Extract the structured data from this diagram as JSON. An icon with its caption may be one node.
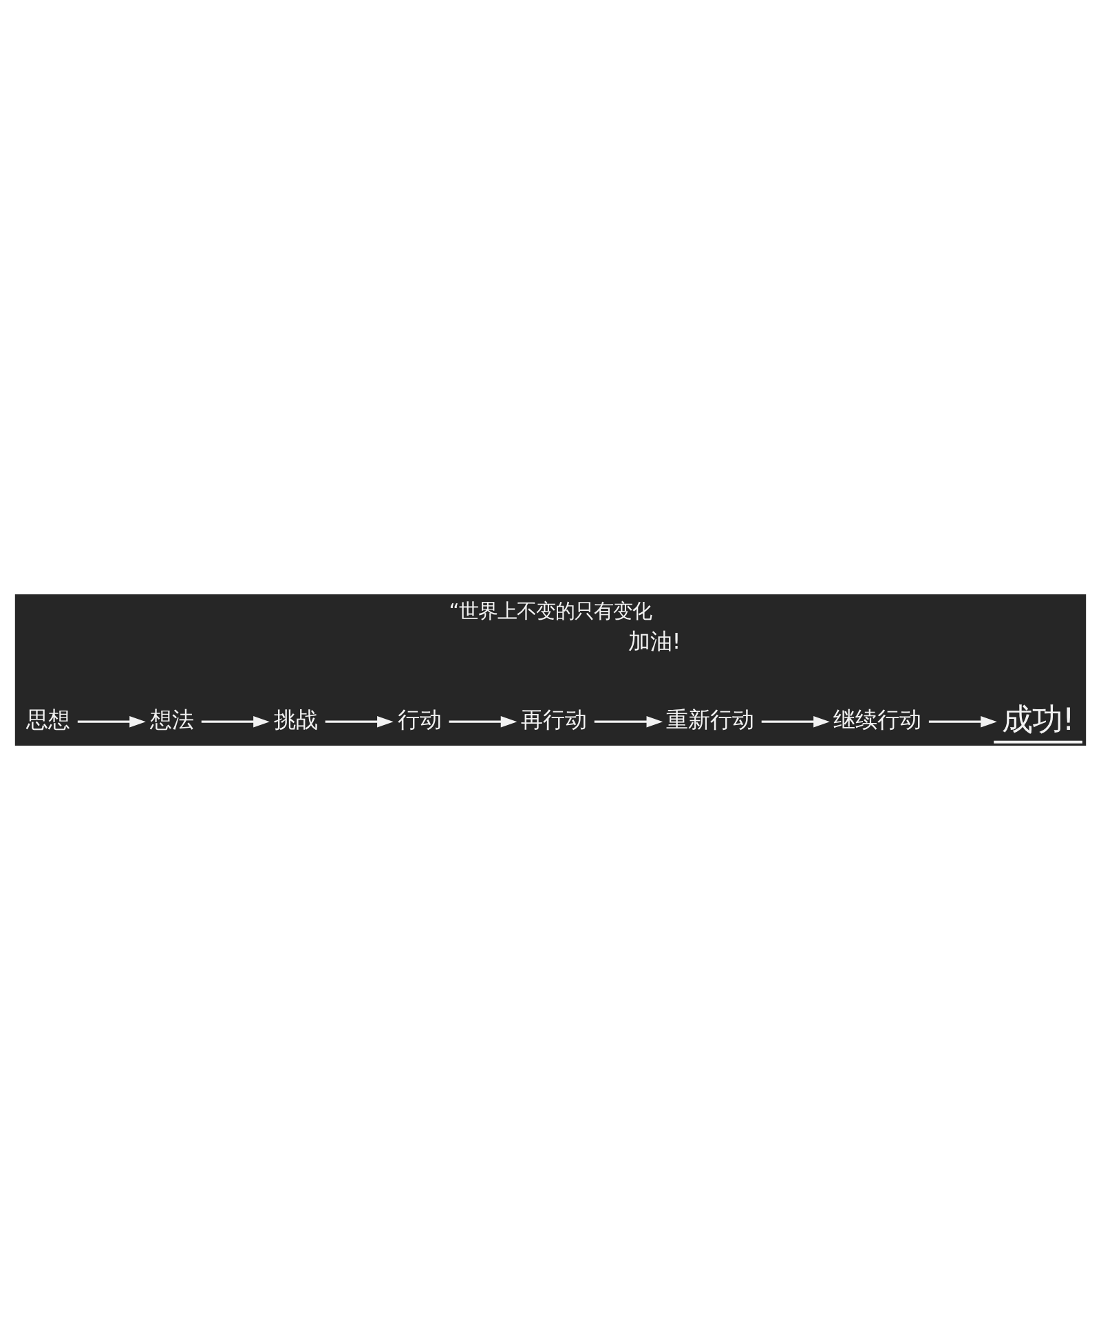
{
  "diagram": {
    "title": "“世界上不变的只有变化",
    "nodes": [
      {
        "text": [
          "思想"
        ]
      },
      {
        "text": [
          "想法"
        ]
      },
      {
        "text": [
          "挑战"
        ]
      },
      {
        "text": [
          "行动"
        ]
      },
      {
        "text": [
          "再行动"
        ]
      },
      {
        "text": [
          "重新行动"
        ]
      },
      {
        "text": [
          "继续行动"
        ]
      },
      {
        "text": [
          "成功!"
        ]
      }
    ],
    "edges": [
      {
        "from": 0,
        "to": 1,
        "arrow": "to"
      },
      {
        "from": 1,
        "to": 2,
        "arrow": "to"
      },
      {
        "from": 2,
        "to": 3,
        "arrow": "to"
      },
      {
        "from": 3,
        "to": 4,
        "arrow": "to"
      },
      {
        "from": 4,
        "to": 5,
        "arrow": "to"
      },
      {
        "from": 5,
        "to": 6,
        "arrow": "to"
      },
      {
        "from": 6,
        "to": 7,
        "arrow": "to"
      }
    ],
    "labels": [
      "加油!"
    ]
  }
}
